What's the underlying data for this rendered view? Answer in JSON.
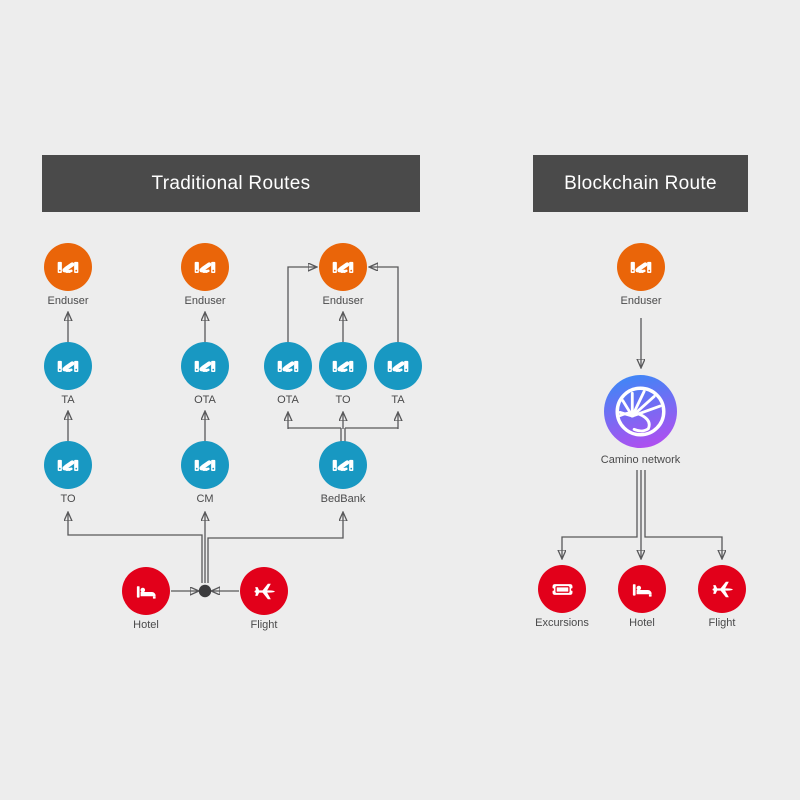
{
  "traditional": {
    "title": "Traditional Routes",
    "route1": {
      "enduser": "Enduser",
      "ta": "TA",
      "to": "TO"
    },
    "route2": {
      "enduser": "Enduser",
      "ota": "OTA",
      "cm": "CM"
    },
    "route3": {
      "enduser": "Enduser",
      "ota": "OTA",
      "to": "TO",
      "ta": "TA",
      "bedbank": "BedBank"
    },
    "suppliers": {
      "hotel": "Hotel",
      "flight": "Flight"
    }
  },
  "blockchain": {
    "title": "Blockchain Route",
    "enduser": "Enduser",
    "network": "Camino network",
    "suppliers": {
      "excursions": "Excursions",
      "hotel": "Hotel",
      "flight": "Flight"
    }
  },
  "icons": {
    "enduser": "handshake-icon",
    "intermediary": "handshake-icon",
    "hotel": "bed-icon",
    "flight": "plane-icon",
    "excursions": "ticket-icon",
    "network": "camino-logo-icon"
  },
  "colors": {
    "background": "#ededed",
    "header_bg": "#4a4a4a",
    "header_text": "#ffffff",
    "enduser": "#ea6509",
    "intermediary": "#1898c2",
    "supplier": "#e2001a",
    "grad_top": "#3f86f6",
    "grad_bottom": "#b04ff0",
    "wire": "#58585a",
    "label": "#4a4a4b",
    "junction_dot": "#3c3c3e"
  }
}
